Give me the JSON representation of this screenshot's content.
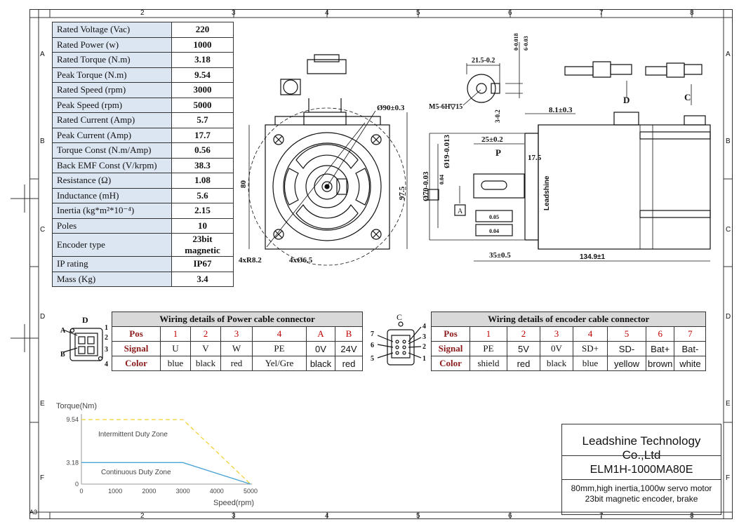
{
  "frame": {
    "cols_top": [
      "2",
      "3",
      "4",
      "5",
      "6",
      "7",
      "8"
    ],
    "cols_bottom": [
      "2",
      "3",
      "4",
      "5",
      "6",
      "7",
      "8"
    ],
    "rows_left": [
      "A",
      "B",
      "C",
      "D",
      "E",
      "F"
    ],
    "rows_right": [
      "A",
      "B",
      "C",
      "D",
      "E",
      "F"
    ],
    "sheet": "A3"
  },
  "specs": [
    {
      "k": "Rated Voltage (Vac)",
      "v": "220"
    },
    {
      "k": "Rated Power (w)",
      "v": "1000"
    },
    {
      "k": "Rated Torque (N.m)",
      "v": "3.18"
    },
    {
      "k": "Peak Torque (N.m)",
      "v": "9.54"
    },
    {
      "k": "Rated Speed (rpm)",
      "v": "3000"
    },
    {
      "k": "Peak Speed (rpm)",
      "v": "5000"
    },
    {
      "k": "Rated Current (Amp)",
      "v": "5.7"
    },
    {
      "k": "Peak Current (Amp)",
      "v": "17.7"
    },
    {
      "k": "Torque Const (N.m/Amp)",
      "v": "0.56"
    },
    {
      "k": "Back EMF Const (V/krpm)",
      "v": "38.3"
    },
    {
      "k": "Resistance (Ω)",
      "v": "1.08"
    },
    {
      "k": "Inductance (mH)",
      "v": "5.6"
    },
    {
      "k": "Inertia (kg*m²*10⁻⁴)",
      "v": "2.15"
    },
    {
      "k": "Poles",
      "v": "10"
    },
    {
      "k": "Encoder type",
      "v": "23bit magnetic"
    },
    {
      "k": "IP rating",
      "v": "IP67"
    },
    {
      "k": "Mass (Kg)",
      "v": "3.4"
    }
  ],
  "front_view": {
    "dims": [
      "Ø90±0.3",
      "80",
      "97.5",
      "4xR8.2",
      "4xØ6.5"
    ]
  },
  "shaft_detail": {
    "dims": [
      "21.5-0.2",
      "0-0.018",
      "6-0.03",
      "M5-6H▽15"
    ]
  },
  "side_view": {
    "dims": [
      "8.1±0.3",
      "3-0.2",
      "25±0.2",
      "17.5",
      "P",
      "Ø19-0.013",
      "Ø70-0.03",
      "35±0.5",
      "134.9±1",
      "A",
      "D",
      "C",
      "0.05",
      "0.04",
      "0.04"
    ],
    "brand_vertical": "Leadshine"
  },
  "power_connector": {
    "view_label": "D",
    "pins": [
      "1",
      "2",
      "3",
      "4"
    ],
    "side_labels": [
      "A",
      "B"
    ],
    "title": "Wiring details of Power cable connector",
    "rows": [
      {
        "head": "Pos",
        "cells": [
          "1",
          "2",
          "3",
          "4",
          "A",
          "B"
        ]
      },
      {
        "head": "Signal",
        "cells": [
          "U",
          "V",
          "W",
          "PE",
          "0V",
          "24V"
        ]
      },
      {
        "head": "Color",
        "cells": [
          "blue",
          "black",
          "red",
          "Yel/Gre",
          "black",
          "red"
        ]
      }
    ]
  },
  "encoder_connector": {
    "view_label": "C",
    "pins": [
      "4",
      "3",
      "2",
      "1",
      "7",
      "6",
      "5"
    ],
    "title": "Wiring details of encoder cable connector",
    "rows": [
      {
        "head": "Pos",
        "cells": [
          "1",
          "2",
          "3",
          "4",
          "5",
          "6",
          "7"
        ]
      },
      {
        "head": "Signal",
        "cells": [
          "PE",
          "5V",
          "0V",
          "SD+",
          "SD-",
          "Bat+",
          "Bat-"
        ]
      },
      {
        "head": "Color",
        "cells": [
          "shield",
          "red",
          "black",
          "blue",
          "yellow",
          "brown",
          "white"
        ]
      }
    ]
  },
  "chart_data": {
    "type": "line",
    "xlabel": "Speed(rpm)",
    "ylabel": "Torque(Nm)",
    "xlim": [
      0,
      5000
    ],
    "x_ticks": [
      "0",
      "1000",
      "2000",
      "3000",
      "4000",
      "5000"
    ],
    "y_ticks": [
      "0",
      "3.18",
      "9.54"
    ],
    "series": [
      {
        "values_x": [
          0,
          3000,
          5000
        ],
        "values_y": [
          9.54,
          9.54,
          0
        ]
      },
      {
        "values_x": [
          0,
          3000,
          5000
        ],
        "values_y": [
          3.18,
          3.18,
          0
        ]
      }
    ],
    "zones": [
      "Intermittent Duty Zone",
      "Continuous Duty Zone"
    ]
  },
  "title_block": {
    "company": "Leadshine Technology Co.,Ltd",
    "model": "ELM1H-1000MA80E",
    "desc1": "80mm,high inertia,1000w servo motor",
    "desc2": "23bit magnetic encoder, brake"
  }
}
